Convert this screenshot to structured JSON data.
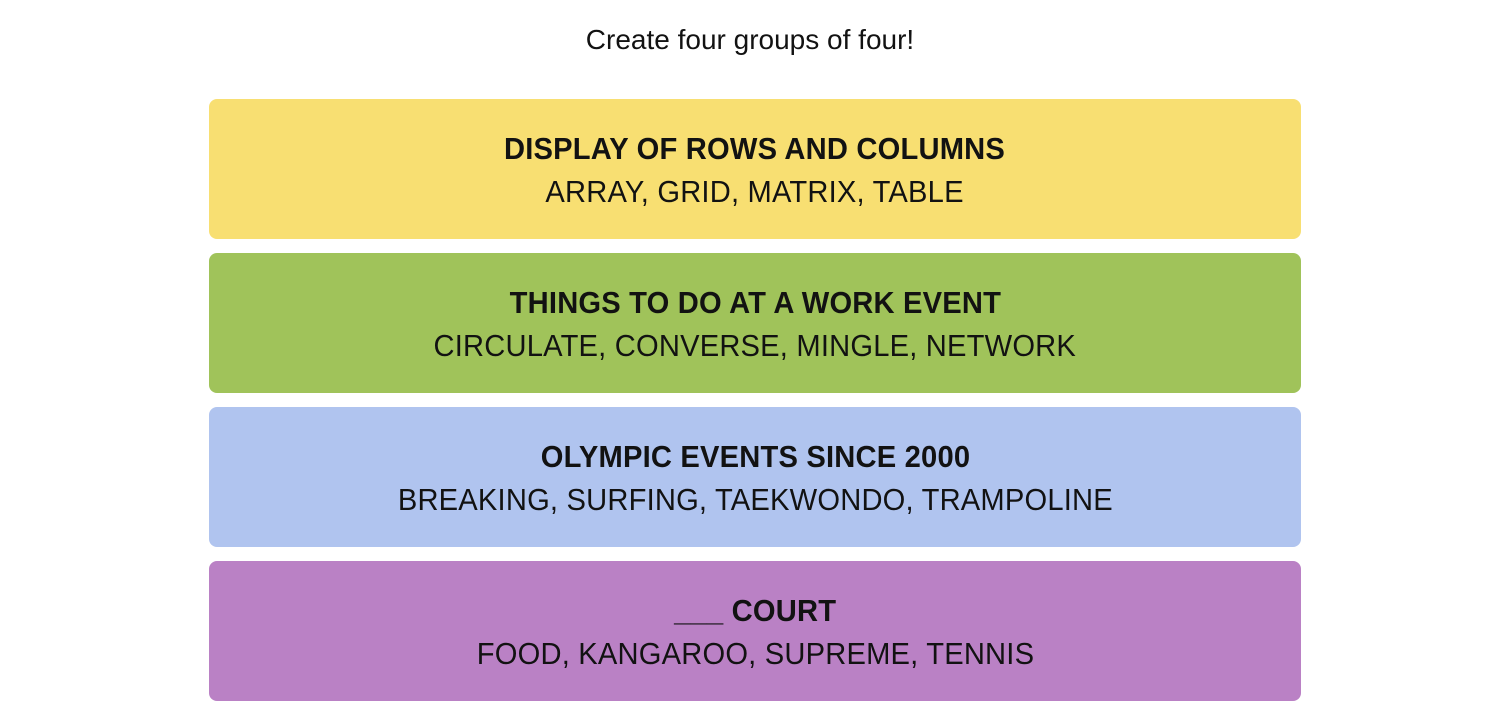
{
  "instructions": "Create four groups of four!",
  "groups": [
    {
      "title": "DISPLAY OF ROWS AND COLUMNS",
      "members": "ARRAY, GRID, MATRIX, TABLE",
      "color": "#f8df72"
    },
    {
      "title": "THINGS TO DO AT A WORK EVENT",
      "members": "CIRCULATE, CONVERSE, MINGLE, NETWORK",
      "color": "#a0c35a"
    },
    {
      "title": "OLYMPIC EVENTS SINCE 2000",
      "members": "BREAKING, SURFING, TAEKWONDO, TRAMPOLINE",
      "color": "#b0c4ef"
    },
    {
      "title": "___ COURT",
      "members": "FOOD, KANGAROO, SUPREME, TENNIS",
      "color": "#ba81c5"
    }
  ]
}
